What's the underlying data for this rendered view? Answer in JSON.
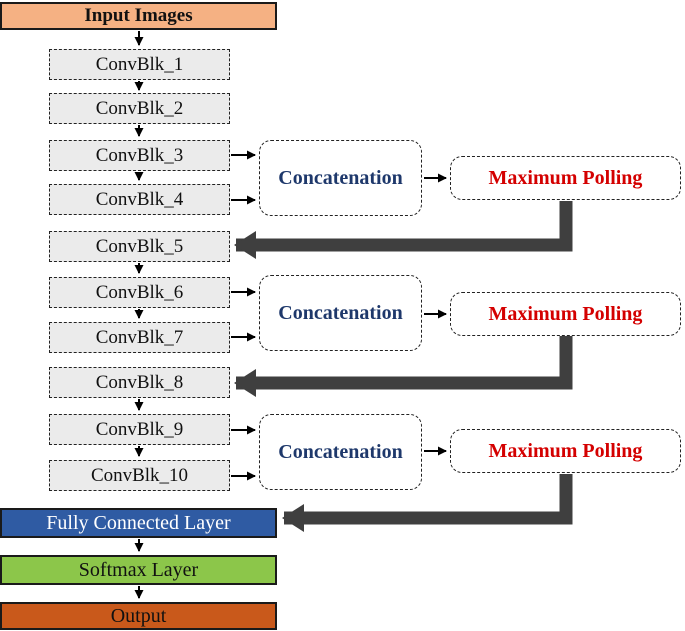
{
  "colors": {
    "peach": "#F5B183",
    "block-fill": "#EBEBEB",
    "fc-blue": "#2F5BA3",
    "softmax-green": "#8CC64A",
    "output-orange": "#C9591B",
    "thick-arrow": "#3F3F3F",
    "concat-text": "#1E386B",
    "maxpol-text": "#D40000",
    "line": "#1A1A1A"
  },
  "diagram": {
    "input": "Input Images",
    "conv_blocks": [
      "ConvBlk_1",
      "ConvBlk_2",
      "ConvBlk_3",
      "ConvBlk_4",
      "ConvBlk_5",
      "ConvBlk_6",
      "ConvBlk_7",
      "ConvBlk_8",
      "ConvBlk_9",
      "ConvBlk_10"
    ],
    "groups": [
      {
        "concat": "Concatenation",
        "maxpool": "Maximum Polling"
      },
      {
        "concat": "Concatenation",
        "maxpool": "Maximum Polling"
      },
      {
        "concat": "Concatenation",
        "maxpool": "Maximum Polling"
      }
    ],
    "fully_connected": "Fully Connected Layer",
    "softmax": "Softmax Layer",
    "output": "Output"
  }
}
